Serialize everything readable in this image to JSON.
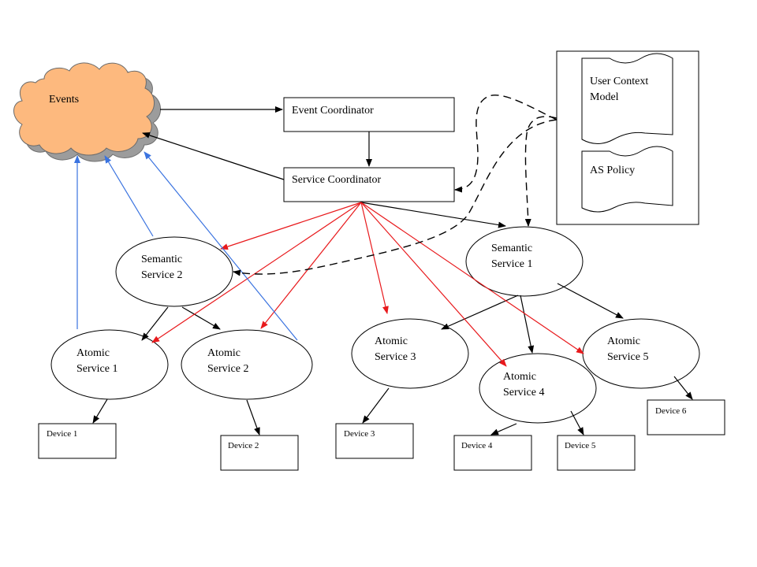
{
  "colors": {
    "cloud_fill": "#FDB97E",
    "cloud_shadow": "#9C9C9C",
    "black_edge": "#000000",
    "red_edge": "#E8191C",
    "blue_edge": "#3A73E0"
  },
  "events_label": "Events",
  "event_coordinator": "Event Coordinator",
  "service_coordinator": "Service Coordinator",
  "user_context_model": [
    "User Context",
    "Model"
  ],
  "as_policy": "AS Policy",
  "semantic_services": {
    "s1": [
      "Semantic",
      "Service 1"
    ],
    "s2": [
      "Semantic",
      "Service 2"
    ]
  },
  "atomic_services": {
    "a1": [
      "Atomic",
      "Service 1"
    ],
    "a2": [
      "Atomic",
      "Service 2"
    ],
    "a3": [
      "Atomic",
      "Service 3"
    ],
    "a4": [
      "Atomic",
      "Service 4"
    ],
    "a5": [
      "Atomic",
      "Service 5"
    ]
  },
  "devices": {
    "d1": "Device 1",
    "d2": "Device 2",
    "d3": "Device 3",
    "d4": "Device 4",
    "d5": "Device 5",
    "d6": "Device 6"
  }
}
